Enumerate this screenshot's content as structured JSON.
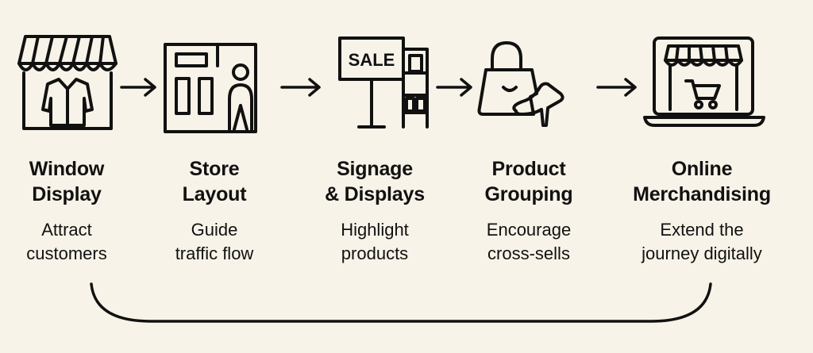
{
  "sign_text": "SALE",
  "steps": [
    {
      "icon": "storefront-coat-icon",
      "title_lines": [
        "Window",
        "Display"
      ],
      "desc_lines": [
        "Attract",
        "customers"
      ]
    },
    {
      "icon": "store-layout-icon",
      "title_lines": [
        "Store",
        "Layout"
      ],
      "desc_lines": [
        "Guide",
        "traffic flow"
      ]
    },
    {
      "icon": "sale-sign-shelf-icon",
      "title_lines": [
        "Signage",
        "& Displays"
      ],
      "desc_lines": [
        "Highlight",
        "products"
      ]
    },
    {
      "icon": "bag-shoe-icon",
      "title_lines": [
        "Product",
        "Grouping"
      ],
      "desc_lines": [
        "Encourage",
        "cross-sells"
      ]
    },
    {
      "icon": "laptop-store-cart-icon",
      "title_lines": [
        "Online",
        "Merchandising"
      ],
      "desc_lines": [
        "Extend the",
        "journey digitally"
      ]
    }
  ],
  "colors": {
    "background": "#f8f3e8",
    "ink": "#111111"
  }
}
